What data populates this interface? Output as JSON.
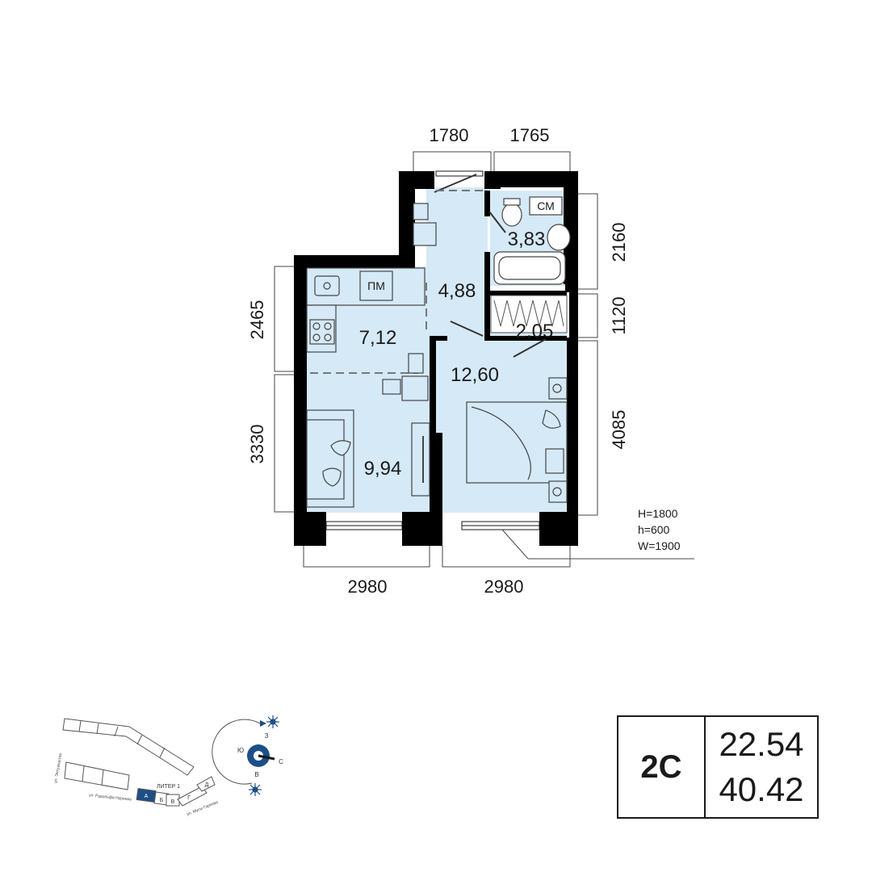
{
  "plan": {
    "dimensions": {
      "top_left": "1780",
      "top_right": "1765",
      "right_top": "2160",
      "right_middle": "1120",
      "right_bottom": "4085",
      "left_top": "2465",
      "left_bottom": "3330",
      "bottom_left": "2980",
      "bottom_right": "2980"
    },
    "rooms": {
      "hall": "4,88",
      "bathroom": "3,83",
      "wardrobe": "2,05",
      "kitchen": "7,12",
      "living": "9,94",
      "bedroom": "12,60"
    },
    "labels": {
      "washer": "СМ",
      "dishwasher": "ПМ"
    },
    "window": {
      "height_label": "H=1800",
      "sill_label": "h=600",
      "width_label": "W=1900"
    }
  },
  "site_map": {
    "liter": "ЛИТЕР 1",
    "sections": [
      "А",
      "Б",
      "В",
      "Г",
      "Д"
    ],
    "streets": [
      "ул. Энтузиастов",
      "ул. Рудольфа Нуреева",
      "ул. Мусы Гареева"
    ]
  },
  "compass": {
    "north": "С",
    "south": "Ю",
    "east": "В",
    "west": "З"
  },
  "apartment": {
    "type": "2С",
    "living_area": "22.54",
    "total_area": "40.42"
  },
  "colors": {
    "floor": "#d5e9f7",
    "wall": "#000000",
    "accent": "#1d4f87"
  }
}
